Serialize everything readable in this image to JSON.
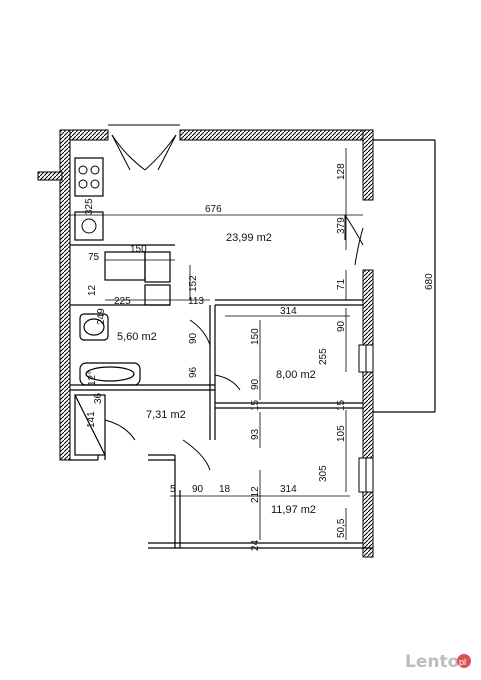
{
  "areas": {
    "living": "23,99 m2",
    "bath": "5,60 m2",
    "room_small": "8,00 m2",
    "hall": "7,31 m2",
    "room_large": "11,97 m2"
  },
  "dimensions": {
    "d128": "128",
    "d325": "325",
    "d676": "676",
    "d379": "379",
    "d680": "680",
    "d150_kitchen": "150",
    "d75": "75",
    "d152": "152",
    "d71": "71",
    "d12": "12",
    "d225": "225",
    "d113": "113",
    "d249": "249",
    "d314_upper": "314",
    "d90_right": "90",
    "d90_door": "90",
    "d150_room": "150",
    "d255": "255",
    "d96": "96",
    "d90_room": "90",
    "d12_deg": "12°",
    "d36": "36",
    "d141": "141",
    "d15_left": "15",
    "d15_right": "15",
    "d93": "93",
    "d105": "105",
    "d305": "305",
    "d5": "5",
    "d90_bottom": "90",
    "d18": "18",
    "d212": "212",
    "d314_lower": "314",
    "d50_5": "50,5",
    "d24": "24"
  },
  "watermark": "Lento",
  "watermark_suffix": "pl"
}
